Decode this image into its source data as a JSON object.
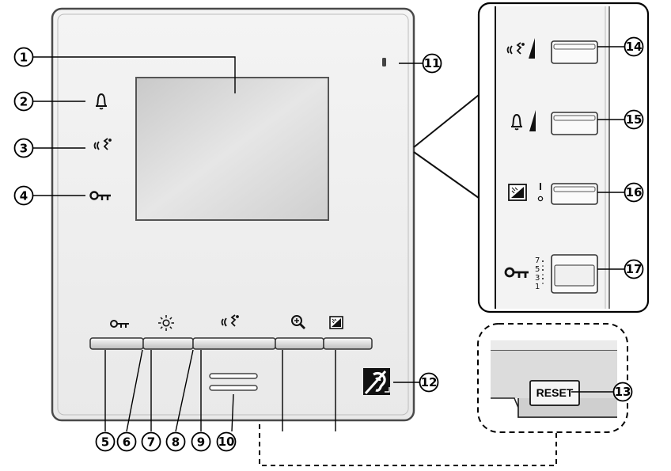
{
  "callouts": [
    {
      "id": "1",
      "symbol": "①"
    },
    {
      "id": "2",
      "symbol": "②"
    },
    {
      "id": "3",
      "symbol": "③"
    },
    {
      "id": "4",
      "symbol": "④"
    },
    {
      "id": "5",
      "symbol": "⑤"
    },
    {
      "id": "6",
      "symbol": "⑥"
    },
    {
      "id": "7",
      "symbol": "⑦"
    },
    {
      "id": "8",
      "symbol": "⑧"
    },
    {
      "id": "9",
      "symbol": "⑨"
    },
    {
      "id": "10",
      "symbol": "⑩"
    },
    {
      "id": "11",
      "symbol": "⑪"
    },
    {
      "id": "12",
      "symbol": "⑫"
    },
    {
      "id": "13",
      "symbol": "⑬"
    },
    {
      "id": "14",
      "symbol": "⑭"
    },
    {
      "id": "15",
      "symbol": "⑮"
    },
    {
      "id": "16",
      "symbol": "⑯"
    },
    {
      "id": "17",
      "symbol": "⑰"
    }
  ],
  "reset_label": "RESET",
  "key_scale": [
    "7",
    "5",
    "3",
    "1"
  ],
  "icons": {
    "bell": "bell-icon",
    "talk": "talk-icon",
    "key": "key-icon",
    "brightness": "brightness-icon",
    "zoom": "zoom-icon",
    "monitor_image": "image-adjust-icon",
    "hearing_loop": "hearing-loop-icon"
  },
  "colors": {
    "panel_fill": "#efefef",
    "panel_stroke": "#555555",
    "screen_fill": "#d7d7d7",
    "line": "#000000"
  }
}
